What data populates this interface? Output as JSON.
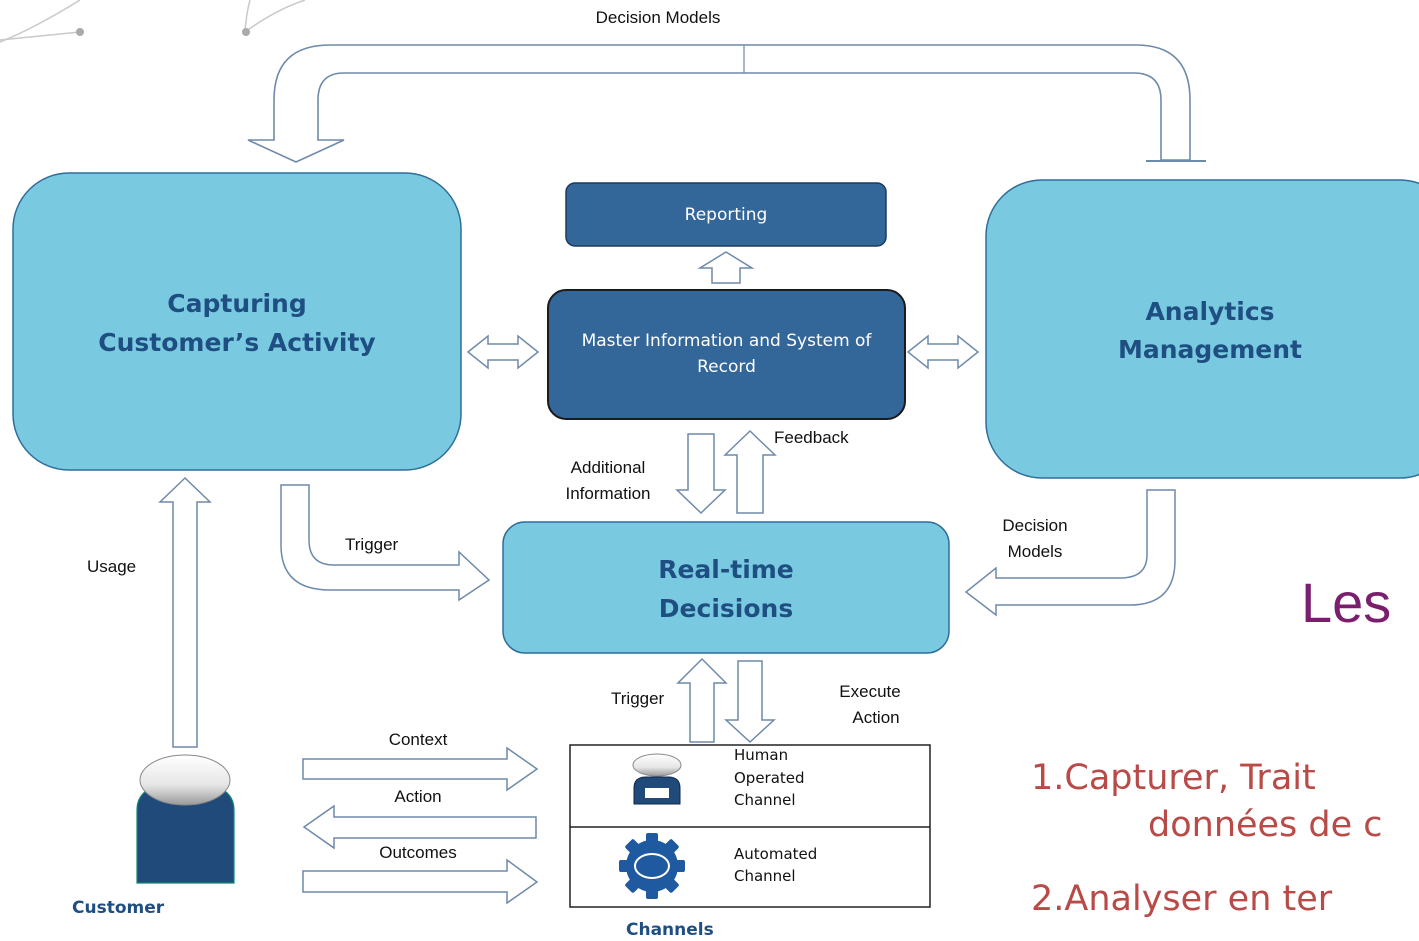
{
  "labels": {
    "decision_models_top": "Decision Models",
    "reporting": "Reporting",
    "capturing_line1": "Capturing",
    "capturing_line2": "Customer’s Activity",
    "master_info": "Master Information and System of Record",
    "analytics_line1": "Analytics",
    "analytics_line2": "Management",
    "feedback": "Feedback",
    "additional_line1": "Additional",
    "additional_line2": "Information",
    "trigger_top": "Trigger",
    "usage": "Usage",
    "realtime_line1": "Real-time",
    "realtime_line2": "Decisions",
    "decision_models_right_line1": "Decision",
    "decision_models_right_line2": "Models",
    "trigger_bottom": "Trigger",
    "execute_line1": "Execute",
    "execute_line2": "Action",
    "context": "Context",
    "action": "Action",
    "outcomes": "Outcomes",
    "human_line1": "Human",
    "human_line2": "Operated",
    "human_line3": "Channel",
    "automated_line1": "Automated",
    "automated_line2": "Channel",
    "customer": "Customer",
    "channels": "Channels"
  },
  "slide": {
    "title_partial": "Les",
    "bullet1_line1": "1.Capturer, Trait",
    "bullet1_line2": "données de c",
    "bullet2": "2.Analyser en ter"
  },
  "icons": {
    "human_channel": "person-icon",
    "automated_channel": "gear-icon",
    "customer": "person-icon"
  },
  "colors": {
    "light_box": "#79cae0",
    "dark_box": "#336699",
    "box_title": "#1f4f82",
    "slide_title": "#7a1f6e",
    "bullet_text": "#b84a48"
  }
}
